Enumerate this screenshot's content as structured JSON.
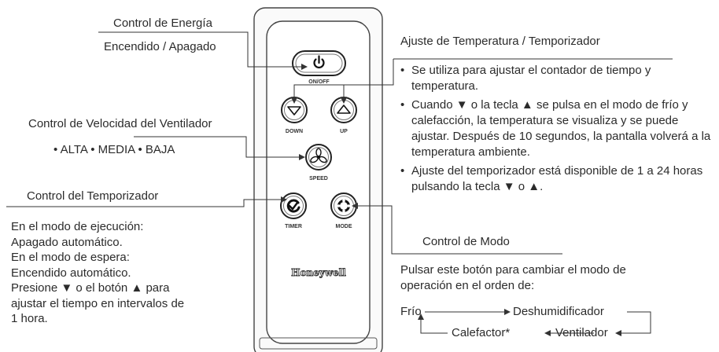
{
  "labels": {
    "power_title": "Control de Energía",
    "power_sub": "Encendido / Apagado",
    "temp_title": "Ajuste de Temperatura / Temporizador",
    "fan_title": "Control de Velocidad del Ventilador",
    "fan_speeds": "• ALTA • MEDIA • BAJA",
    "timer_title": "Control del Temporizador",
    "mode_title": "Control de Modo"
  },
  "temp_bullets": [
    "Se utiliza para ajustar el contador de tiempo y temperatura.",
    "Cuando ▼ o la tecla ▲ se pulsa en el modo de frío y calefacción, la temperatura se visualiza y se puede ajustar. Después de 10 segundos, la pantalla volverá a la temperatura ambiente.",
    "Ajuste del temporizador está disponible de 1 a 24 horas pulsando la tecla ▼ o ▲."
  ],
  "timer_lines": [
    "En el modo de ejecución:",
    "Apagado automático.",
    "En el modo de espera:",
    "Encendido automático.",
    "Presione ▼ o el botón ▲ para",
    "ajustar el tiempo en intervalos de",
    "1 hora."
  ],
  "mode_desc_lines": [
    "Pulsar este botón para cambiar el modo de",
    "operación en el orden de:"
  ],
  "mode_cycle": {
    "frio": "Frío",
    "deshumidificador": "Deshumidificador",
    "calefactor": "Calefactor*",
    "ventilador": "Ventilador"
  },
  "remote": {
    "onoff": "ON/OFF",
    "down": "DOWN",
    "up": "UP",
    "speed": "SPEED",
    "timer": "TIMER",
    "mode": "MODE",
    "brand": "Honeywell"
  }
}
